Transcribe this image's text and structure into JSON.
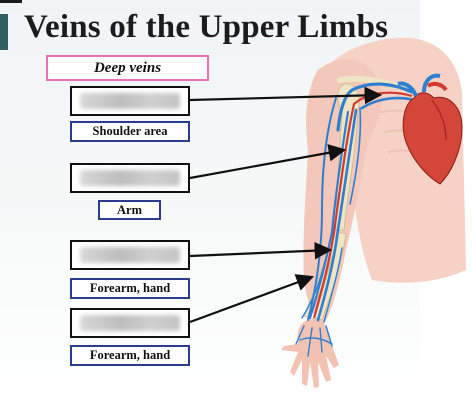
{
  "title": "Veins of the Upper Limbs",
  "header_box": "Deep veins",
  "labels": [
    "Shoulder area",
    "Arm",
    "Forearm, hand",
    "Forearm, hand"
  ],
  "colors": {
    "vein": "#2f7fd0",
    "artery": "#d23a2f",
    "skin": "#f3c7ba",
    "bone": "#efe4c4",
    "pink_border": "#e86fb8",
    "blue_border": "#2d3b8f"
  }
}
